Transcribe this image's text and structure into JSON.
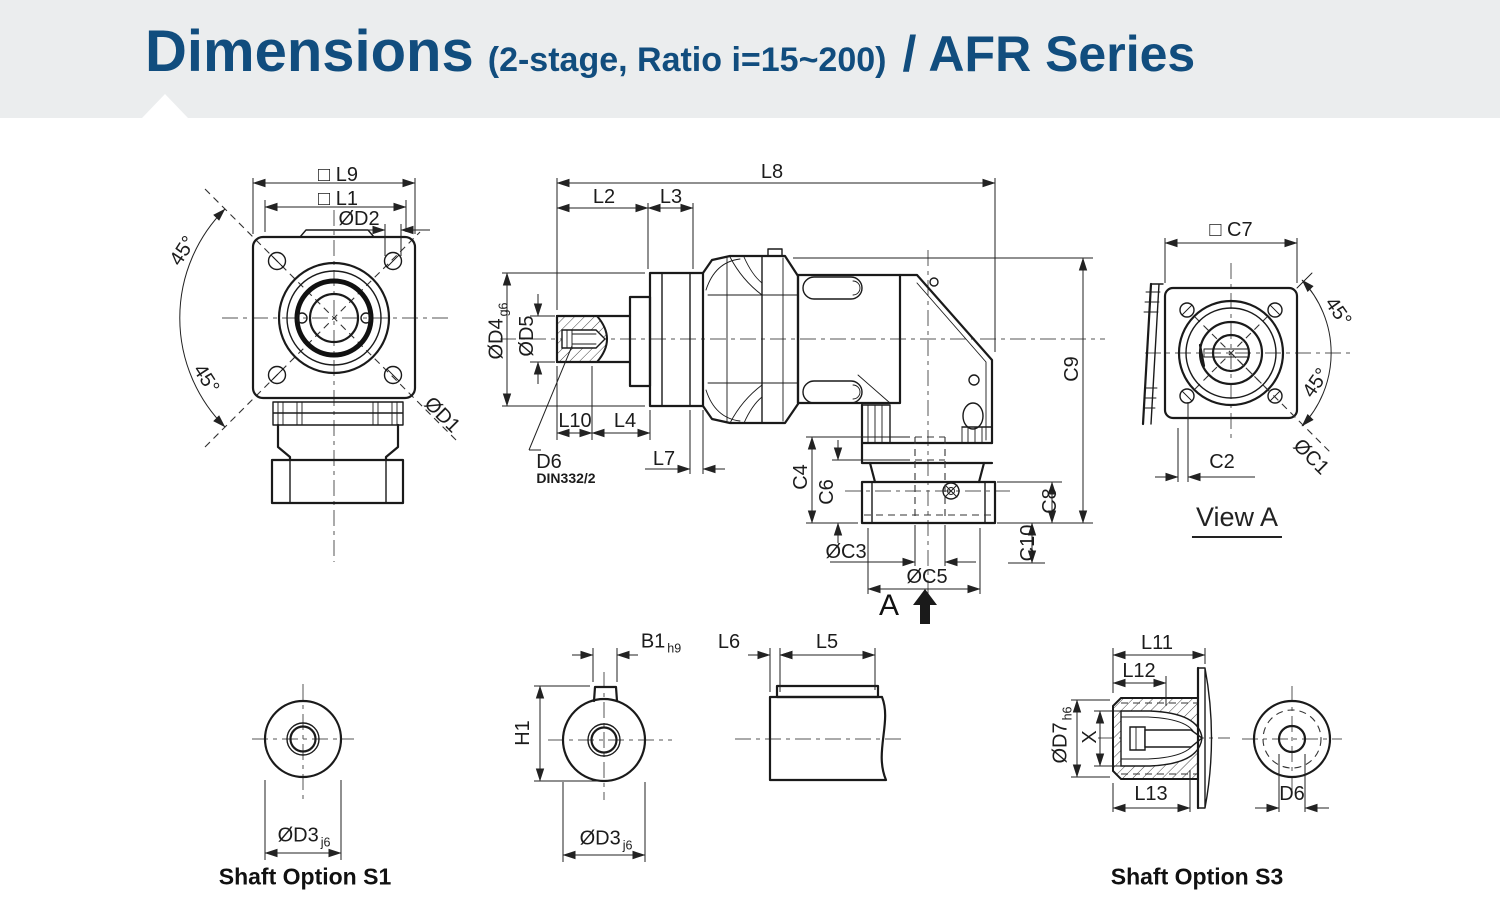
{
  "header": {
    "banner_title": "Dimensions",
    "banner_subtitle": "(2-stage, Ratio i=15~200)",
    "banner_series": "/ AFR Series"
  },
  "front_view": {
    "dim_l9": "□ L9",
    "dim_l1": "□ L1",
    "dim_d2": "ØD2",
    "angle_upper": "45°",
    "angle_lower": "45°",
    "dim_d1": "ØD1"
  },
  "side_view": {
    "dim_l8": "L8",
    "dim_l2": "L2",
    "dim_l3": "L3",
    "dim_d4": "ØD4",
    "dim_d4_tol": "g6",
    "dim_d5": "ØD5",
    "dim_l10": "L10",
    "dim_l4": "L4",
    "dim_l7": "L7",
    "center_hole": "D6",
    "center_hole_standard": "DIN332/2",
    "dim_c4": "C4",
    "dim_c6": "C6",
    "dim_c8": "C8",
    "dim_c9": "C9",
    "dim_c10": "C10",
    "dim_c3": "ØC3",
    "dim_c5": "ØC5",
    "view_arrow": "A"
  },
  "view_a": {
    "dim_c7": "□ C7",
    "angle_upper": "45°",
    "angle_lower": "45°",
    "dim_c2": "C2",
    "dim_c1": "ØC1",
    "caption": "View A"
  },
  "shaft_option_s1": {
    "dim_d3": "ØD3",
    "dim_d3_tol": "j6",
    "caption": "Shaft Option S1"
  },
  "hub_view": {
    "dim_b1": "B1",
    "dim_b1_tol": "h9",
    "dim_h1": "H1",
    "dim_d3": "ØD3",
    "dim_d3_tol": "j6"
  },
  "shaft_view": {
    "dim_l6": "L6",
    "dim_l5": "L5"
  },
  "shaft_option_s3": {
    "dim_l11": "L11",
    "dim_l12": "L12",
    "dim_d7": "ØD7",
    "dim_d7_tol": "h6",
    "dim_x": "X",
    "dim_l13": "L13",
    "dim_d6": "D6",
    "caption": "Shaft Option S3"
  }
}
